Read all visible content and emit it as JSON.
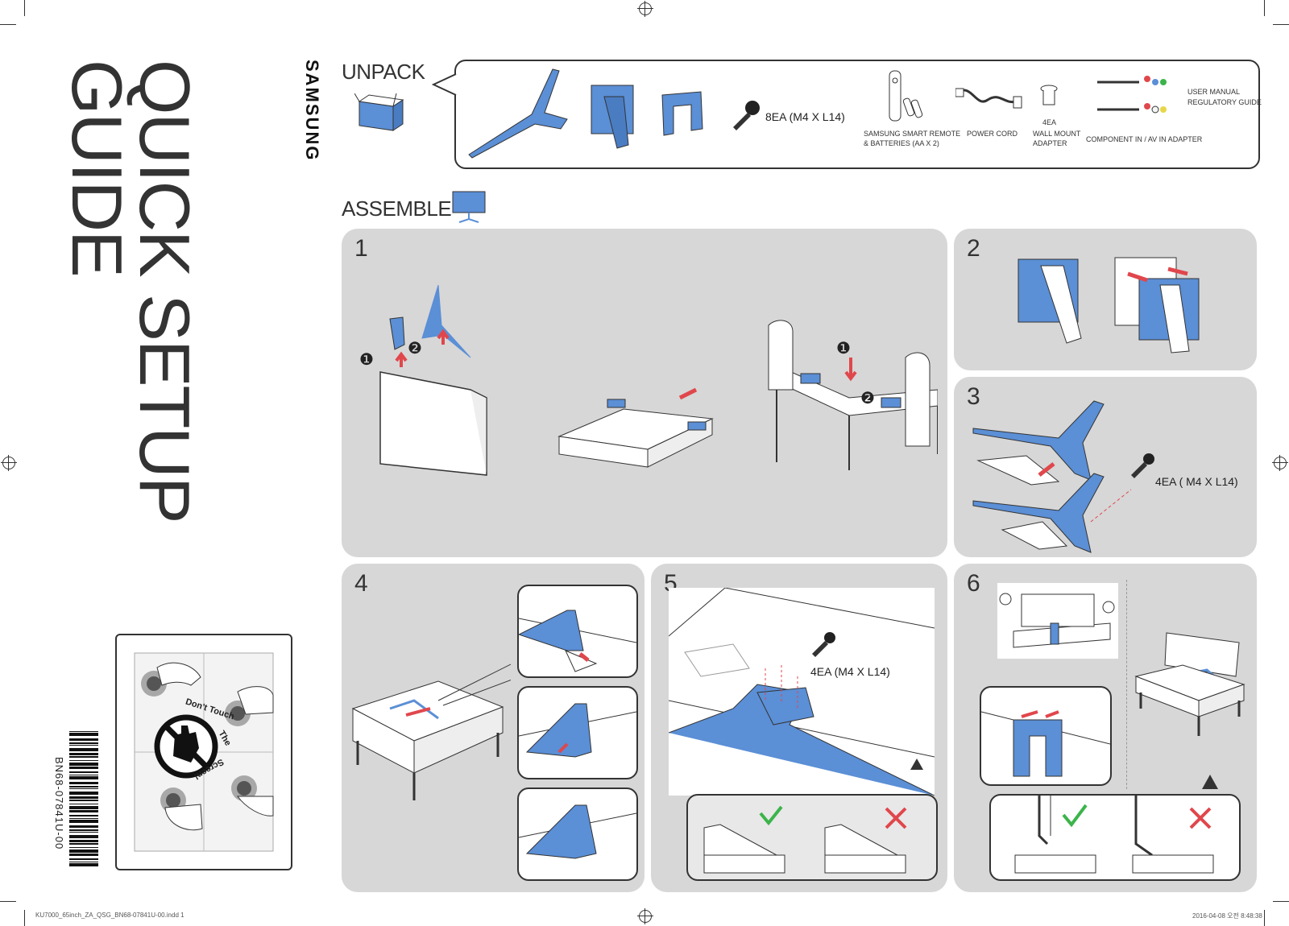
{
  "title": {
    "line1": "QUICK SETUP",
    "line2": "GUIDE"
  },
  "brand": "SAMSUNG",
  "unpack": {
    "heading": "UNPACK",
    "screw_qty": "8EA (M4 X L14)",
    "remote_label_1": "SAMSUNG SMART REMOTE",
    "remote_label_2": "& BATTERIES (AA X 2)",
    "power_cord": "POWER CORD",
    "wall_mount_qty": "4EA",
    "wall_mount_1": "WALL MOUNT",
    "wall_mount_2": "ADAPTER",
    "adapter": "COMPONENT IN / AV IN ADAPTER",
    "manual_1": "USER MANUAL",
    "manual_2": "REGULATORY GUIDE"
  },
  "assemble": {
    "heading": "ASSEMBLE"
  },
  "steps": {
    "s1": "1",
    "s2": "2",
    "s3": "3",
    "s4": "4",
    "s5": "5",
    "s6": "6",
    "s3_qty": "4EA ( M4 X L14)",
    "s5_qty": "4EA (M4 X L14)",
    "s1_badge1": "❶",
    "s1_badge2": "❷",
    "s1_badge3": "❶",
    "s1_badge4": "❷"
  },
  "notice": {
    "line1": "Don't Touch",
    "line2": "The",
    "line3": "Screen!"
  },
  "barcode": "BN68-07841U-00",
  "footer": {
    "file": "KU7000_65inch_ZA_QSG_BN68-07841U-00.indd   1",
    "date": "2016-04-08   오전 8:48:38"
  },
  "colors": {
    "accent_blue": "#5b8fd6",
    "panel_grey": "#d7d7d7",
    "arrow_red": "#e0474c",
    "check_green": "#3cb44b"
  }
}
